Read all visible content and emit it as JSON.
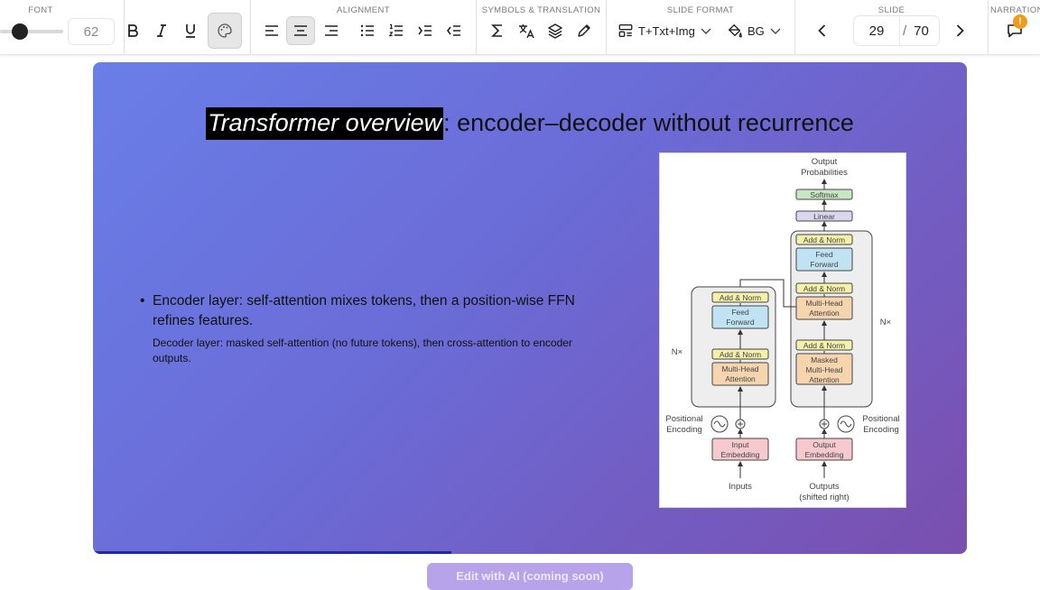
{
  "toolbar": {
    "font": {
      "label": "FONT",
      "size": "62"
    },
    "alignment": {
      "label": "ALIGNMENT"
    },
    "symbols": {
      "label": "SYMBOLS & TRANSLATION"
    },
    "slide_format": {
      "label": "SLIDE FORMAT",
      "layout_value": "T+Txt+Img",
      "background_value": "BG"
    },
    "slide": {
      "label": "SLIDE",
      "current": "29",
      "total": "70",
      "separator": "/"
    },
    "narration": {
      "label": "NARRATION",
      "badge": "!"
    }
  },
  "slide": {
    "title_highlight": "Transformer overview",
    "title_rest": ": encoder–decoder without recurrence",
    "bullets": [
      "Encoder layer: self-attention mixes tokens, then a position-wise FFN refines features.",
      "Decoder layer: masked self-attention (no future tokens), then cross-attention to encoder outputs."
    ],
    "progress_fraction": 0.41,
    "figure": {
      "output_probabilities": [
        "Output",
        "Probabilities"
      ],
      "softmax": "Softmax",
      "linear": "Linear",
      "add_norm": "Add & Norm",
      "feed_forward": [
        "Feed",
        "Forward"
      ],
      "multi_head_attention": [
        "Multi-Head",
        "Attention"
      ],
      "masked_multi_head_attention": [
        "Masked",
        "Multi-Head",
        "Attention"
      ],
      "nx": "N×",
      "positional_encoding": [
        "Positional",
        "Encoding"
      ],
      "input_embedding": [
        "Input",
        "Embedding"
      ],
      "output_embedding": [
        "Output",
        "Embedding"
      ],
      "inputs": "Inputs",
      "outputs": [
        "Outputs",
        "(shifted right)"
      ]
    }
  },
  "bottom_button": {
    "label": "Edit with AI (coming soon)"
  },
  "colors": {
    "slide_gradient_start": "#6a7ee8",
    "slide_gradient_end": "#7a4fae",
    "progress": "#1f2a9c",
    "badge": "#f29b1b",
    "bottom_button": "#b7a3ea"
  }
}
